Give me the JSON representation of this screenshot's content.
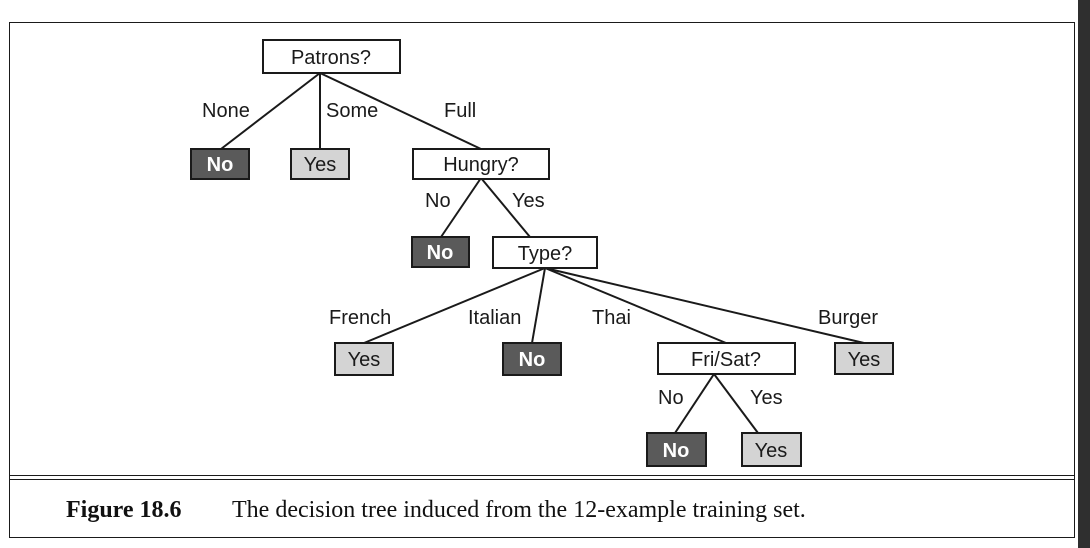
{
  "figure": {
    "label": "Figure 18.6",
    "caption": "The decision tree induced from the 12-example training set."
  },
  "colors": {
    "leaf_no_fill": "#5a5a5a",
    "leaf_yes_fill": "#d4d4d4",
    "attribute_fill": "#ffffff"
  },
  "tree": {
    "root": {
      "label": "Patrons?",
      "branches": [
        {
          "edge": "None",
          "leaf": "No"
        },
        {
          "edge": "Some",
          "leaf": "Yes"
        },
        {
          "edge": "Full",
          "node": "Hungry?"
        }
      ]
    },
    "hungry": {
      "label": "Hungry?",
      "branches": [
        {
          "edge": "No",
          "leaf": "No"
        },
        {
          "edge": "Yes",
          "node": "Type?"
        }
      ]
    },
    "type": {
      "label": "Type?",
      "branches": [
        {
          "edge": "French",
          "leaf": "Yes"
        },
        {
          "edge": "Italian",
          "leaf": "No"
        },
        {
          "edge": "Thai",
          "node": "Fri/Sat?"
        },
        {
          "edge": "Burger",
          "leaf": "Yes"
        }
      ]
    },
    "frisat": {
      "label": "Fri/Sat?",
      "branches": [
        {
          "edge": "No",
          "leaf": "No"
        },
        {
          "edge": "Yes",
          "leaf": "Yes"
        }
      ]
    }
  }
}
